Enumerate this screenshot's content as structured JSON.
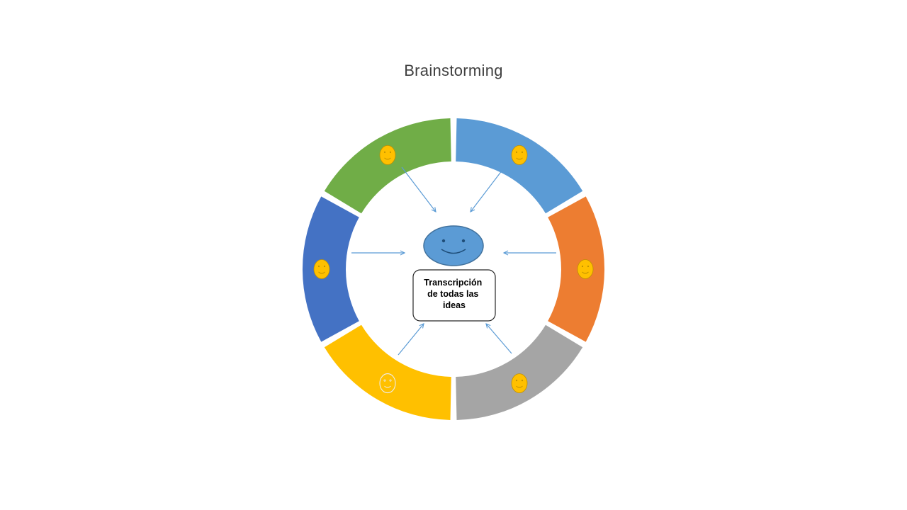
{
  "slide": {
    "title": "Brainstorming"
  },
  "diagram": {
    "center_smiley": {
      "color": "#5B9BD5",
      "border": "#41719C",
      "feature_color": "#1F4E79"
    },
    "center_box": {
      "label": "Transcripción de todas las ideas",
      "lines": [
        "Transcripción",
        "de todas las",
        "ideas"
      ],
      "border_color": "#262626",
      "fill": "#ffffff"
    },
    "arrow_color": "#5B9BD5",
    "segments": [
      {
        "name": "top-right-blue",
        "color": "#5B9BD5",
        "smiley": "filled"
      },
      {
        "name": "right-orange",
        "color": "#ED7D31",
        "smiley": "filled"
      },
      {
        "name": "bottom-right-gray",
        "color": "#A5A5A5",
        "smiley": "filled"
      },
      {
        "name": "bottom-left-yellow",
        "color": "#FFC000",
        "smiley": "outline"
      },
      {
        "name": "left-darkblue",
        "color": "#4472C4",
        "smiley": "filled"
      },
      {
        "name": "top-left-green",
        "color": "#70AD47",
        "smiley": "filled"
      }
    ],
    "smiley_fill": "#FFC000",
    "smiley_feature_color": "#BF9000",
    "smiley_outline_color": "#EDEDED"
  }
}
